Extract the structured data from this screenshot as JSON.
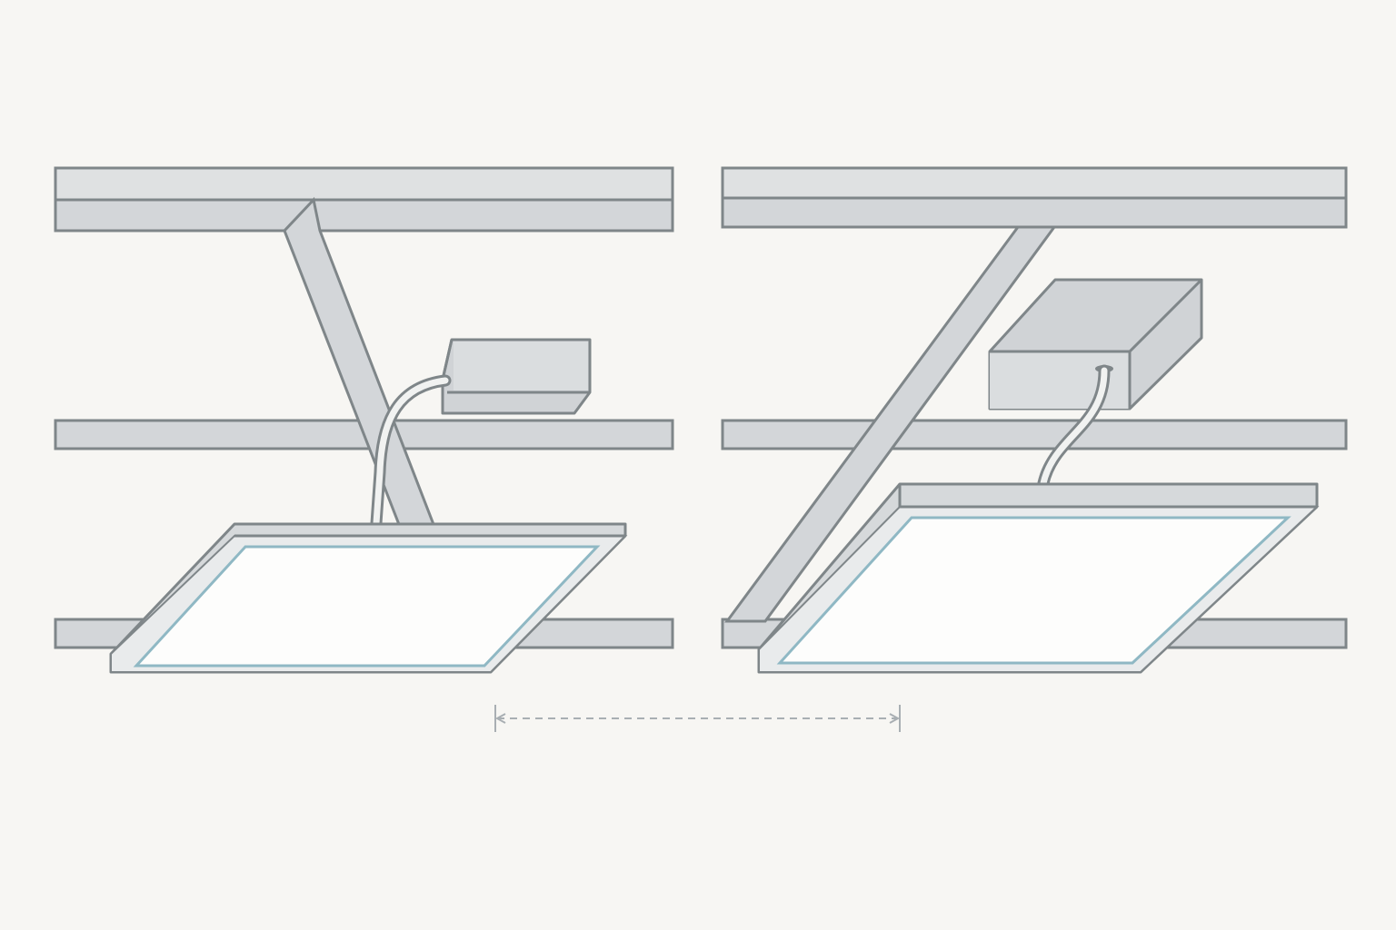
{
  "diagram": {
    "left_scene": {
      "elements": [
        "ceiling-beam-top",
        "ceiling-beam-middle",
        "ceiling-beam-bottom",
        "diagonal-brace",
        "driver-box",
        "cable",
        "led-panel"
      ]
    },
    "right_scene": {
      "elements": [
        "ceiling-beam-top",
        "ceiling-beam-middle",
        "ceiling-beam-bottom",
        "diagonal-brace",
        "driver-box",
        "cable",
        "led-panel"
      ]
    },
    "dimension_line": {
      "style": "dashed"
    },
    "colors": {
      "background": "#f7f6f3",
      "structure": "#d3d6d9",
      "outline": "#7f8689",
      "panel_lens": "#fdfdfc",
      "lens_edge": "#8fb8c4",
      "dimension": "#a9afb3"
    }
  }
}
